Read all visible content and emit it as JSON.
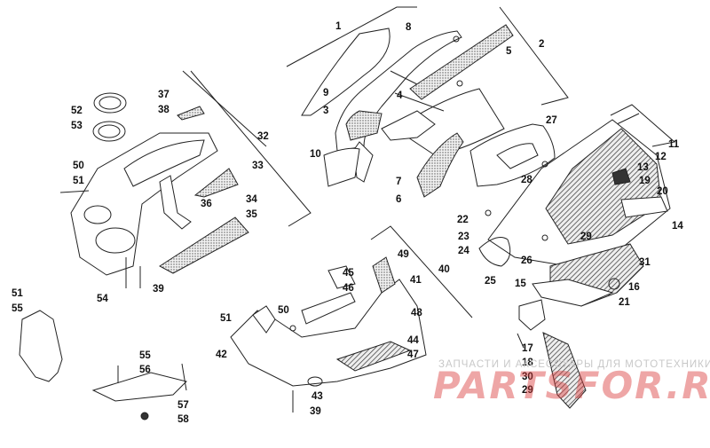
{
  "diagram": {
    "callouts": [
      {
        "id": "1",
        "num": "1"
      },
      {
        "id": "2",
        "num": "2"
      },
      {
        "id": "3",
        "num": "3"
      },
      {
        "id": "4",
        "num": "4"
      },
      {
        "id": "5",
        "num": "5"
      },
      {
        "id": "6",
        "num": "6"
      },
      {
        "id": "7",
        "num": "7"
      },
      {
        "id": "8",
        "num": "8"
      },
      {
        "id": "9",
        "num": "9"
      },
      {
        "id": "10",
        "num": "10"
      },
      {
        "id": "11",
        "num": "11"
      },
      {
        "id": "12",
        "num": "12"
      },
      {
        "id": "13",
        "num": "13"
      },
      {
        "id": "14",
        "num": "14"
      },
      {
        "id": "15",
        "num": "15"
      },
      {
        "id": "16",
        "num": "16"
      },
      {
        "id": "17",
        "num": "17"
      },
      {
        "id": "18",
        "num": "18"
      },
      {
        "id": "19",
        "num": "19"
      },
      {
        "id": "20",
        "num": "20"
      },
      {
        "id": "21",
        "num": "21"
      },
      {
        "id": "22",
        "num": "22"
      },
      {
        "id": "23",
        "num": "23"
      },
      {
        "id": "24",
        "num": "24"
      },
      {
        "id": "25",
        "num": "25"
      },
      {
        "id": "26",
        "num": "26"
      },
      {
        "id": "27",
        "num": "27"
      },
      {
        "id": "28",
        "num": "28"
      },
      {
        "id": "29a",
        "num": "29"
      },
      {
        "id": "29b",
        "num": "29"
      },
      {
        "id": "30",
        "num": "30"
      },
      {
        "id": "31",
        "num": "31"
      },
      {
        "id": "32",
        "num": "32"
      },
      {
        "id": "33",
        "num": "33"
      },
      {
        "id": "34",
        "num": "34"
      },
      {
        "id": "35",
        "num": "35"
      },
      {
        "id": "36",
        "num": "36"
      },
      {
        "id": "37",
        "num": "37"
      },
      {
        "id": "38",
        "num": "38"
      },
      {
        "id": "39a",
        "num": "39"
      },
      {
        "id": "39b",
        "num": "39"
      },
      {
        "id": "40",
        "num": "40"
      },
      {
        "id": "41",
        "num": "41"
      },
      {
        "id": "42",
        "num": "42"
      },
      {
        "id": "43",
        "num": "43"
      },
      {
        "id": "44",
        "num": "44"
      },
      {
        "id": "45",
        "num": "45"
      },
      {
        "id": "46",
        "num": "46"
      },
      {
        "id": "47",
        "num": "47"
      },
      {
        "id": "48",
        "num": "48"
      },
      {
        "id": "49",
        "num": "49"
      },
      {
        "id": "50a",
        "num": "50"
      },
      {
        "id": "50b",
        "num": "50"
      },
      {
        "id": "51a",
        "num": "51"
      },
      {
        "id": "51b",
        "num": "51"
      },
      {
        "id": "51c",
        "num": "51"
      },
      {
        "id": "52",
        "num": "52"
      },
      {
        "id": "53",
        "num": "53"
      },
      {
        "id": "54",
        "num": "54"
      },
      {
        "id": "55a",
        "num": "55"
      },
      {
        "id": "55b",
        "num": "55"
      },
      {
        "id": "56",
        "num": "56"
      },
      {
        "id": "57",
        "num": "57"
      },
      {
        "id": "58",
        "num": "58"
      }
    ]
  },
  "watermark": {
    "subtitle": "ЗАПЧАСТИ И АКСЕССУАРЫ ДЛЯ МОТОТЕХНИКИ",
    "logo": "PARTSFOR.RU",
    "color": "#d83a3a"
  },
  "colors": {
    "line": "#222222",
    "stipple": "#9a9a9a",
    "dark": "#2a2a2a"
  }
}
